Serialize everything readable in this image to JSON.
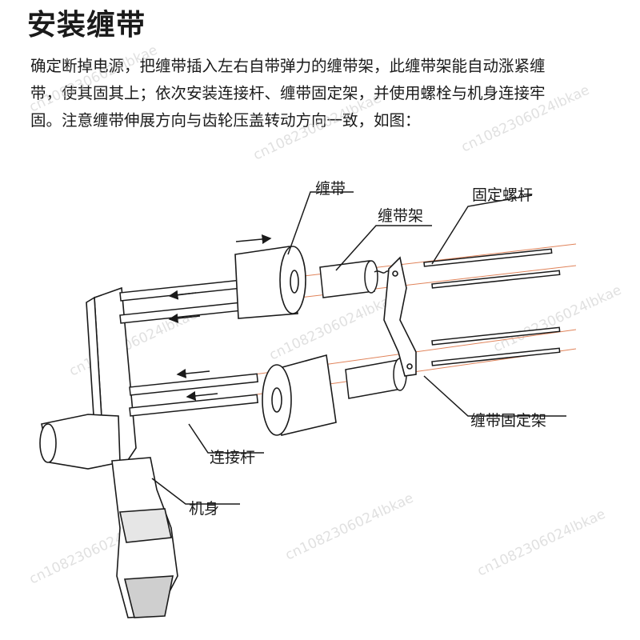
{
  "title": "安装缠带",
  "description_lines": [
    "确定断掉电源，把缠带插入左右自带弹力的缠带架，此缠带架能自动涨紧缠",
    "带，使其固其上；依次安装连接杆、缠带固定架，并使用螺栓与机身连接牢",
    "固。注意缠带伸展方向与齿轮压盖转动方向一致，如图："
  ],
  "labels": {
    "tape": "缠带",
    "tape_holder": "缠带架",
    "fixing_screw_rod": "固定螺杆",
    "tape_fixing_bracket": "缠带固定架",
    "connecting_rod": "连接杆",
    "body": "机身"
  },
  "watermark": "cn1082306024lbkae",
  "colors": {
    "line": "#1a1a1a",
    "guide": "#e0835a",
    "watermark": "#c8c8c8"
  }
}
